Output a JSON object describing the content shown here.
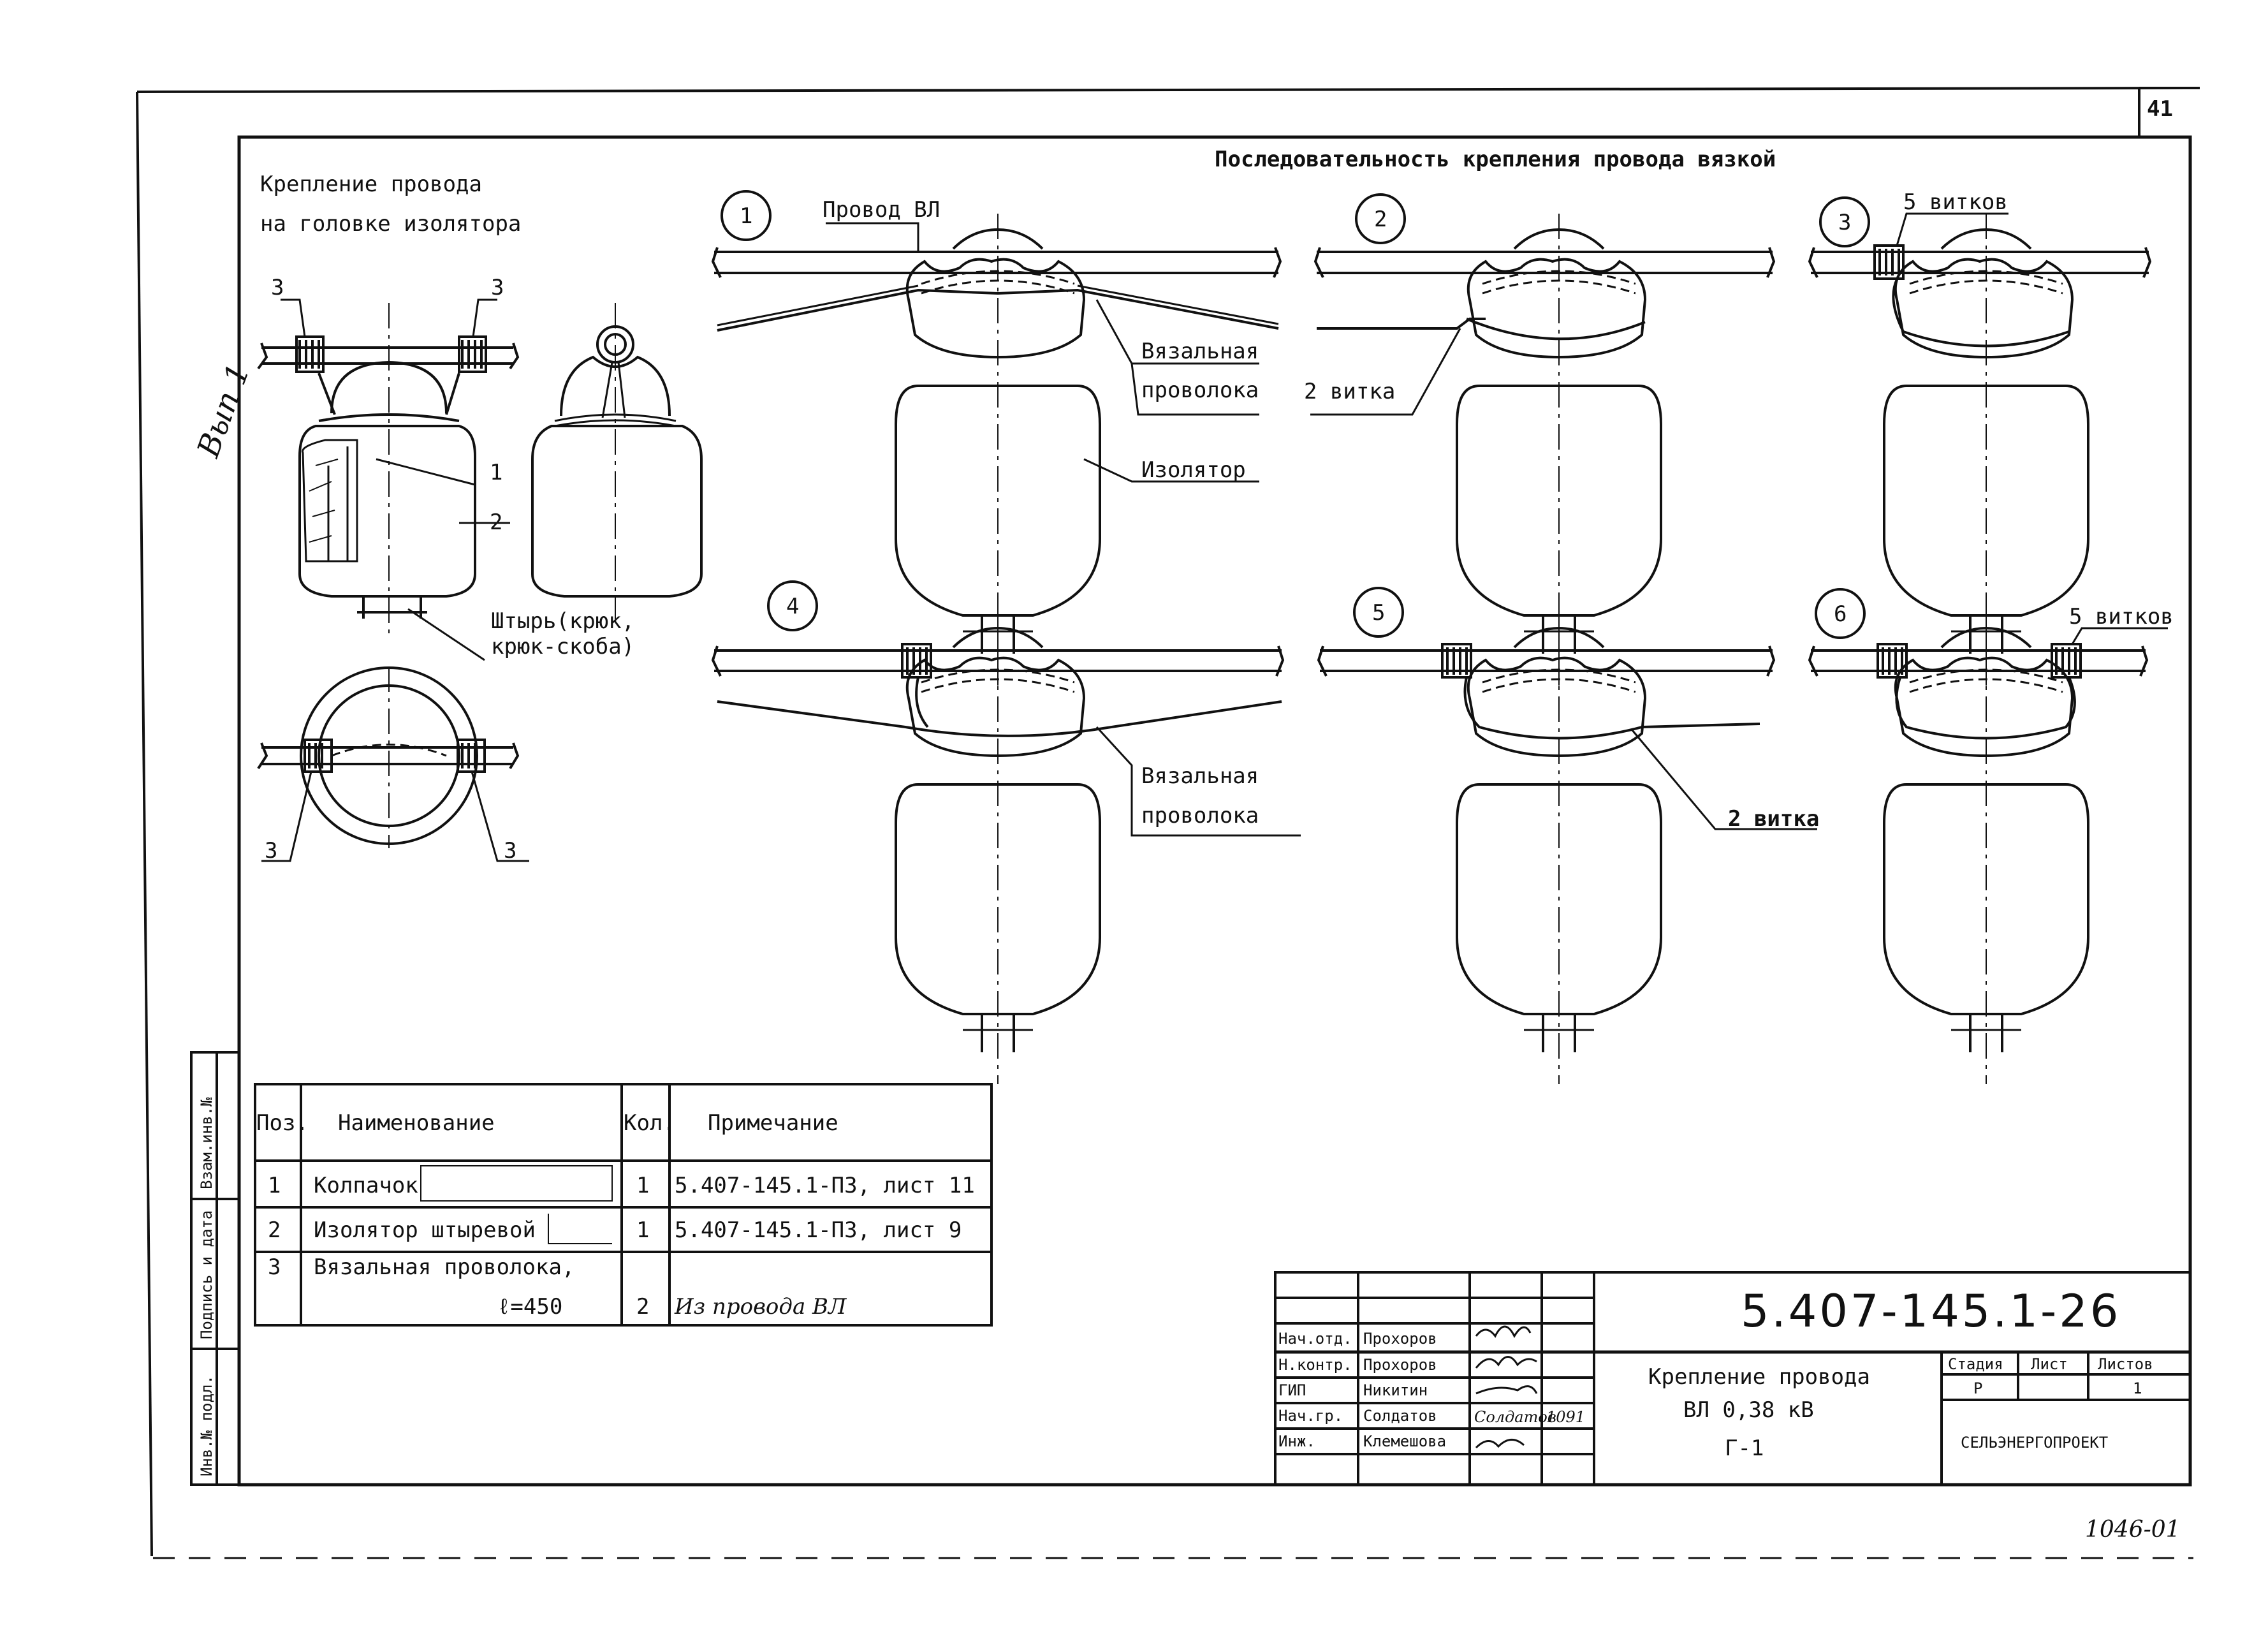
{
  "sheet": {
    "page_number": "41",
    "heading_main": "Последовательность крепления провода вязкой",
    "left_title_line1": "Крепление провода",
    "left_title_line2": "на головке изолятора",
    "side_handwritten": "Вып 1",
    "bottom_handwritten": "1046-01"
  },
  "left_drawing": {
    "callout_3": "3",
    "callout_1": "1",
    "callout_2": "2",
    "pin_label_line1": "Штырь(крюк,",
    "pin_label_line2": "крюк-скоба)"
  },
  "steps": [
    {
      "num": "1",
      "labels": [
        "Провод ВЛ",
        "Вязальная",
        "проволока",
        "Изолятор"
      ]
    },
    {
      "num": "2",
      "labels": [
        "2 витка"
      ]
    },
    {
      "num": "3",
      "labels": [
        "5 витков"
      ]
    },
    {
      "num": "4",
      "labels": [
        "Вязальная",
        "проволока"
      ]
    },
    {
      "num": "5",
      "labels": [
        "2 витка"
      ]
    },
    {
      "num": "6",
      "labels": [
        "5 витков"
      ]
    }
  ],
  "spec_table": {
    "headers": [
      "Поз.",
      "Наименование",
      "Кол.",
      "Примечание"
    ],
    "rows": [
      {
        "pos": "1",
        "name": "Колпачок",
        "name2": "",
        "qty": "1",
        "note": "5.407-145.1-ПЗ, лист 11"
      },
      {
        "pos": "2",
        "name": "Изолятор штыревой",
        "name2": "",
        "qty": "1",
        "note": "5.407-145.1-ПЗ, лист 9"
      },
      {
        "pos": "3",
        "name": "Вязальная проволока,",
        "name2": "ℓ=450",
        "qty": "2",
        "note": "Из провода ВЛ"
      }
    ]
  },
  "side_stamp": [
    "Взам.инв.№",
    "Подпись и дата",
    "Инв.№ подл."
  ],
  "title_block": {
    "code": "5.407-145.1-26",
    "title_line1": "Крепление провода",
    "title_line2": "ВЛ 0,38 кВ",
    "title_line3": "Г-1",
    "roles": [
      "Нач.отд.",
      "Н.контр.",
      "ГИП",
      "Нач.гр.",
      "Инж."
    ],
    "names": [
      "Прохоров",
      "Прохоров",
      "Никитин",
      "Солдатов",
      "Клемешова"
    ],
    "signatures": [
      "",
      "",
      "",
      "Солдатов",
      ""
    ],
    "dates": [
      "",
      "",
      "",
      "1091",
      ""
    ],
    "stage_header": "Стадия",
    "sheet_header": "Лист",
    "sheets_header": "Листов",
    "stage_value": "Р",
    "sheet_value": "",
    "sheets_value": "1",
    "org": "СЕЛЬЭНЕРГОПРОЕКТ"
  }
}
